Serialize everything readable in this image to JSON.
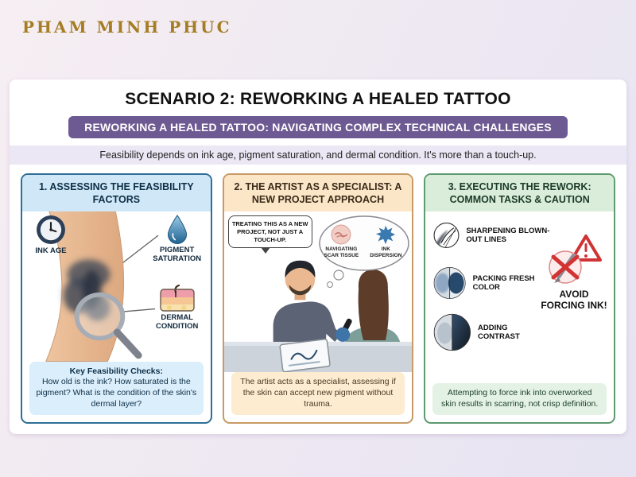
{
  "brand": {
    "logo_text": "PHAM MINH PHUC"
  },
  "header": {
    "title": "SCENARIO 2: REWORKING A HEALED TATTOO",
    "banner": "REWORKING A HEALED TATTOO: NAVIGATING COMPLEX TECHNICAL CHALLENGES",
    "subtitle": "Feasibility depends on ink age, pigment saturation, and dermal condition. It's more than a touch-up."
  },
  "panels": [
    {
      "title": "1. ASSESSING THE FEASIBILITY FACTORS",
      "factors": [
        {
          "icon": "clock-icon",
          "label": "INK AGE"
        },
        {
          "icon": "droplet-icon",
          "label": "PIGMENT SATURATION"
        },
        {
          "icon": "skin-layers-icon",
          "label": "DERMAL CONDITION"
        }
      ],
      "footer_title": "Key Feasibility Checks:",
      "footer_text": "How old is the ink? How saturated is the pigment? What is the condition of the skin's dermal layer?"
    },
    {
      "title": "2. THE ARTIST AS A SPECIALIST: A NEW PROJECT APPROACH",
      "speech_bubble": "TREATING THIS AS A NEW PROJECT, NOT JUST A TOUCH-UP.",
      "thought_items": [
        {
          "icon": "scar-tissue-icon",
          "label": "NAVIGATING SCAR TISSUE"
        },
        {
          "icon": "ink-dispersion-icon",
          "label": "INK DISPERSION"
        }
      ],
      "footer_text": "The artist acts as a specialist, assessing if the skin can accept new pigment without trauma."
    },
    {
      "title": "3. EXECUTING THE REWORK: COMMON TASKS & CAUTION",
      "tasks": [
        {
          "icon": "sharpen-lines-icon",
          "label": "SHARPENING BLOWN-OUT LINES"
        },
        {
          "icon": "packing-color-icon",
          "label": "PACKING FRESH COLOR"
        },
        {
          "icon": "adding-contrast-icon",
          "label": "ADDING CONTRAST"
        }
      ],
      "warning_label": "AVOID FORCING INK!",
      "footer_text": "Attempting to force ink into overworked skin results in scarring, not crisp definition."
    }
  ],
  "colors": {
    "brand_gold": "#a57d22",
    "banner_purple": "#6e5a92",
    "subtitle_strip": "#ece7f5",
    "panel1_border": "#2f6e96",
    "panel1_header_bg": "#cfe7f6",
    "panel2_border": "#c89a66",
    "panel2_header_bg": "#fbe6c8",
    "panel3_border": "#5d9b70",
    "panel3_header_bg": "#d9edda",
    "warning_red": "#cc3333"
  }
}
